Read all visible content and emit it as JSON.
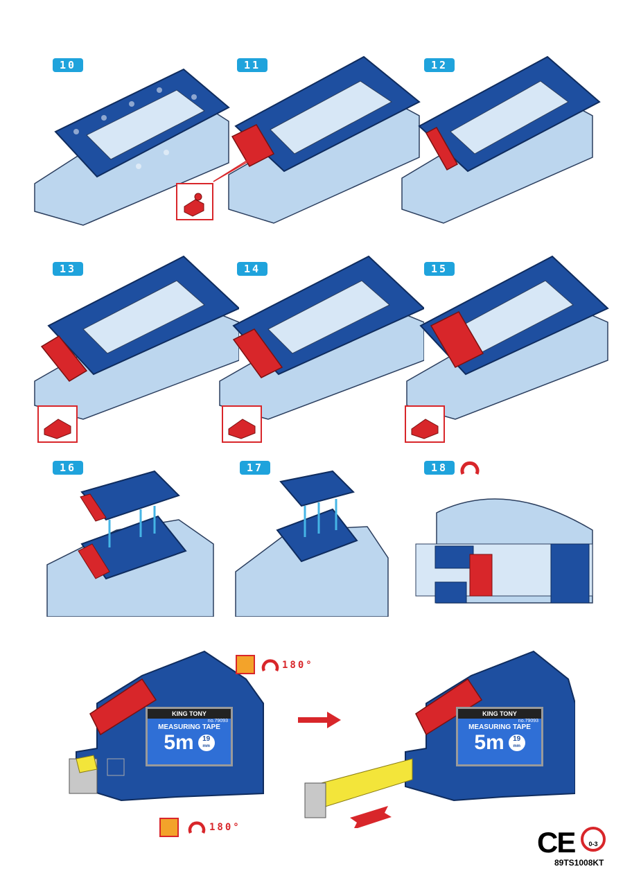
{
  "steps": [
    {
      "id": "10",
      "label": "10"
    },
    {
      "id": "11",
      "label": "11"
    },
    {
      "id": "12",
      "label": "12"
    },
    {
      "id": "13",
      "label": "13"
    },
    {
      "id": "14",
      "label": "14"
    },
    {
      "id": "15",
      "label": "15"
    },
    {
      "id": "16",
      "label": "16"
    },
    {
      "id": "17",
      "label": "17"
    },
    {
      "id": "18",
      "label": "18"
    }
  ],
  "rotation": {
    "label_top": "180°",
    "label_bottom": "180°"
  },
  "tape_plate": {
    "brand": "KING TONY",
    "model": "no.79093",
    "title": "MEASURING TAPE",
    "length": "5m",
    "width_value": "19",
    "width_unit": "mm"
  },
  "certification": {
    "ce": "CE",
    "age": "0-3",
    "product_code": "89TS1008KT"
  },
  "colors": {
    "step_badge": "#1fa3dc",
    "accent_red": "#d8262a",
    "brick_blue": "#1e4fa0",
    "light_blue": "#bcd6ee",
    "grey": "#c8c8c8",
    "yellow": "#f3e53a"
  }
}
